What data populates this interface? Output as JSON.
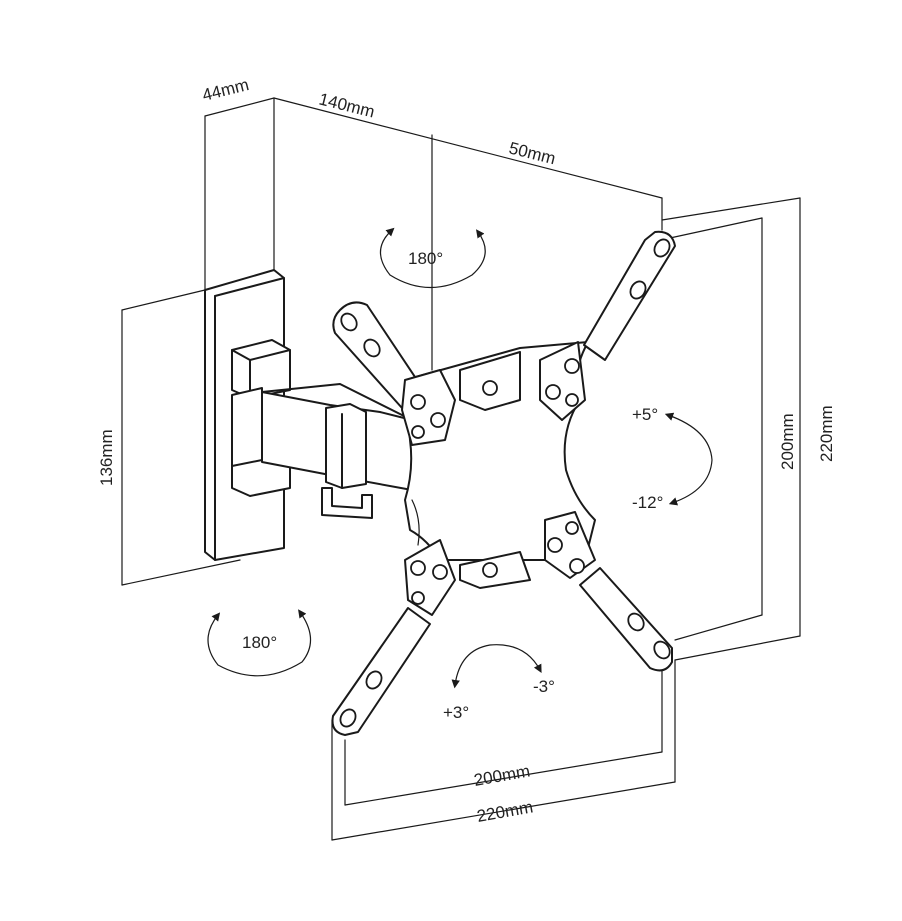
{
  "dimensions": {
    "plate_depth": "44mm",
    "arm_length": "140mm",
    "bracket_offset": "50mm",
    "wall_plate_height": "136mm",
    "vesa_vertical_inner": "200mm",
    "vesa_vertical_outer": "220mm",
    "vesa_horizontal_inner": "200mm",
    "vesa_horizontal_outer": "220mm"
  },
  "rotations": {
    "top_swivel": "180°",
    "bottom_swivel": "180°",
    "tilt_up": "+5°",
    "tilt_down": "-12°",
    "level_plus": "+3°",
    "level_minus": "-3°"
  },
  "colors": {
    "stroke": "#1a1a1a",
    "text": "#222222",
    "background": "#ffffff"
  },
  "icons": {
    "rotation_arrow": "curved-arrow-icon"
  }
}
